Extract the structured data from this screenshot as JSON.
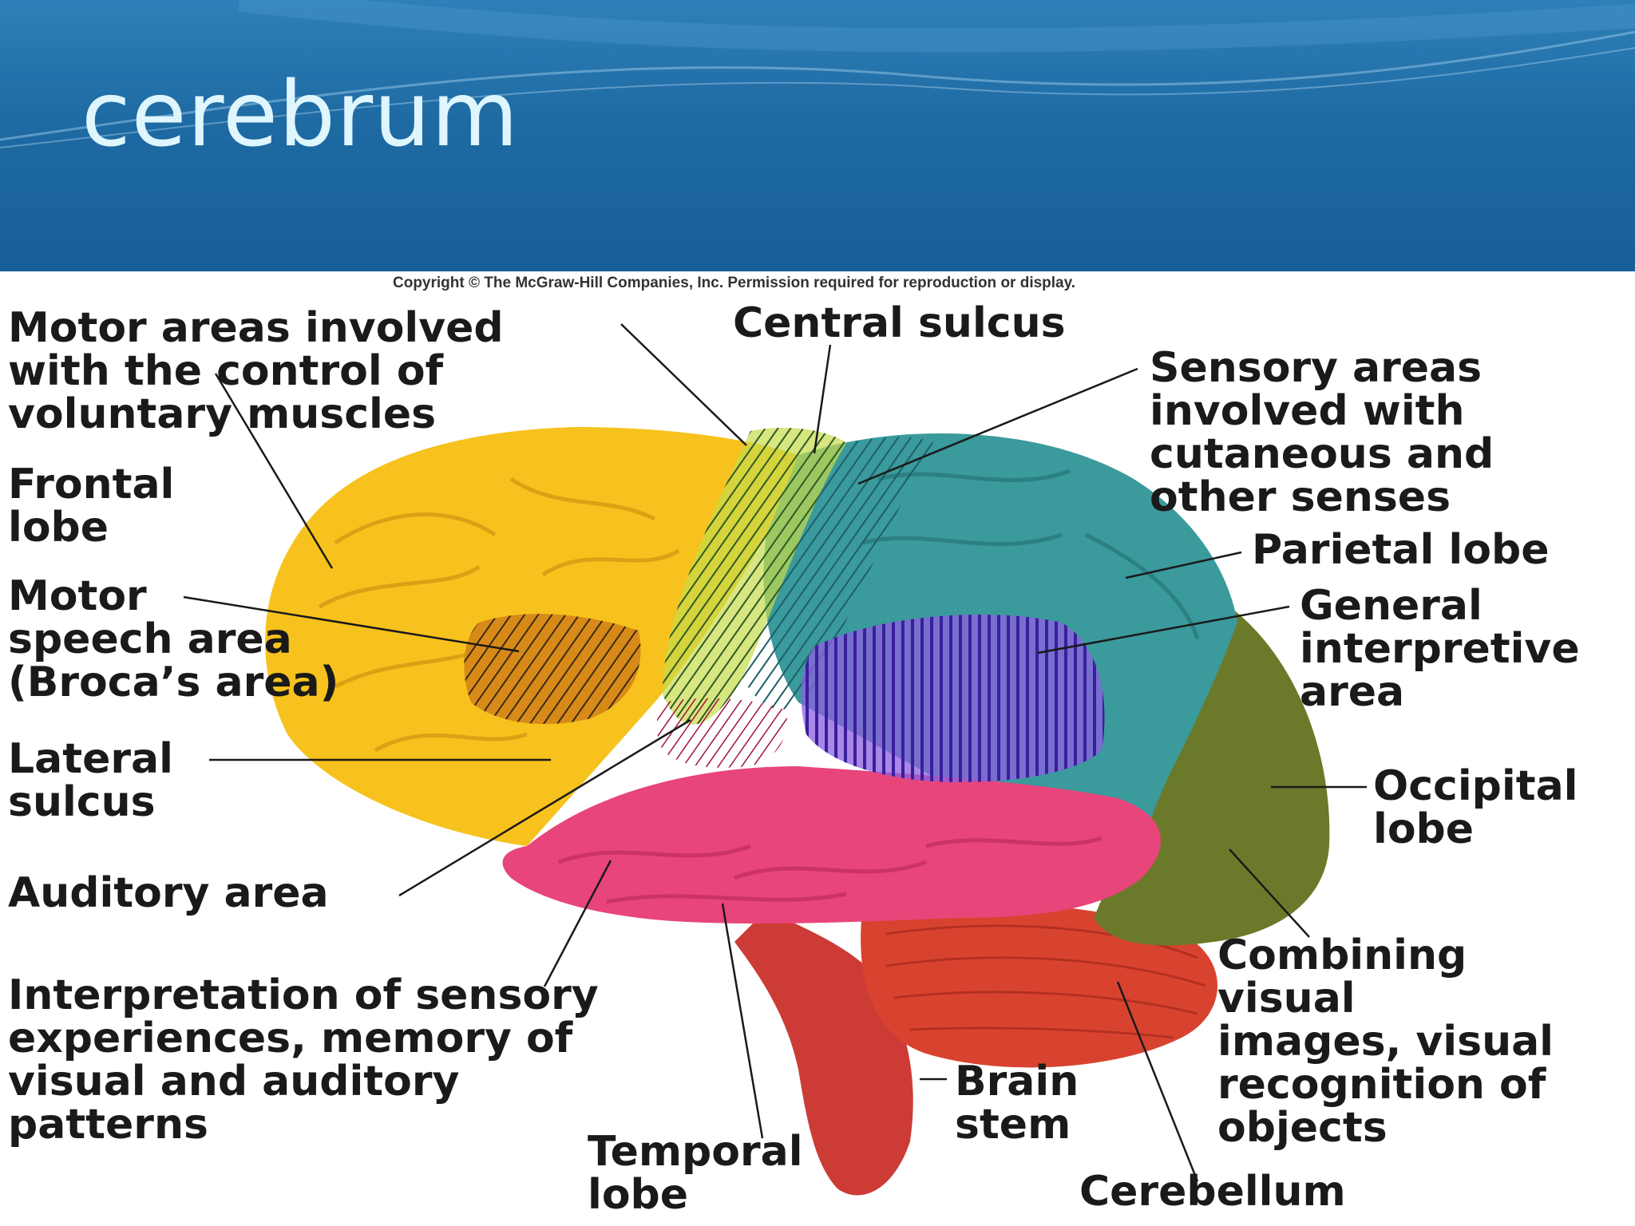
{
  "slide": {
    "title": "cerebrum"
  },
  "figure": {
    "copyright": "Copyright © The McGraw-Hill Companies, Inc. Permission required for reproduction or display.",
    "labels": {
      "motor_areas": [
        "Motor areas involved",
        "with the control of",
        "voluntary muscles"
      ],
      "frontal_lobe": [
        "Frontal",
        "lobe"
      ],
      "motor_speech": [
        "Motor",
        "speech area",
        "(Broca’s area)"
      ],
      "lateral_sulcus": [
        "Lateral",
        "sulcus"
      ],
      "auditory_area": [
        "Auditory area"
      ],
      "interpretation": [
        "Interpretation of sensory",
        "experiences, memory of",
        "visual and auditory",
        "patterns"
      ],
      "temporal_lobe": [
        "Temporal",
        "lobe"
      ],
      "central_sulcus": [
        "Central sulcus"
      ],
      "sensory_areas": [
        "Sensory areas",
        "involved with",
        "cutaneous and",
        "other senses"
      ],
      "parietal_lobe": [
        "Parietal lobe"
      ],
      "general_interpretive": [
        "General",
        "interpretive",
        "area"
      ],
      "occipital_lobe": [
        "Occipital",
        "lobe"
      ],
      "combining_visual": [
        "Combining",
        "visual",
        "images, visual",
        "recognition of",
        "objects"
      ],
      "brain_stem": [
        "Brain",
        "stem"
      ],
      "cerebellum": [
        "Cerebellum"
      ]
    },
    "colors": {
      "frontal": "#f7c21d",
      "parietal": "#3a9a9c",
      "temporal": "#e8457a",
      "occipital": "#6b7a2a",
      "cerebellum": "#d8432f",
      "brainstem": "#cc3a36",
      "motor_hatch": "#3f6b2a",
      "general_interpretive": "#6a3bd0"
    }
  }
}
